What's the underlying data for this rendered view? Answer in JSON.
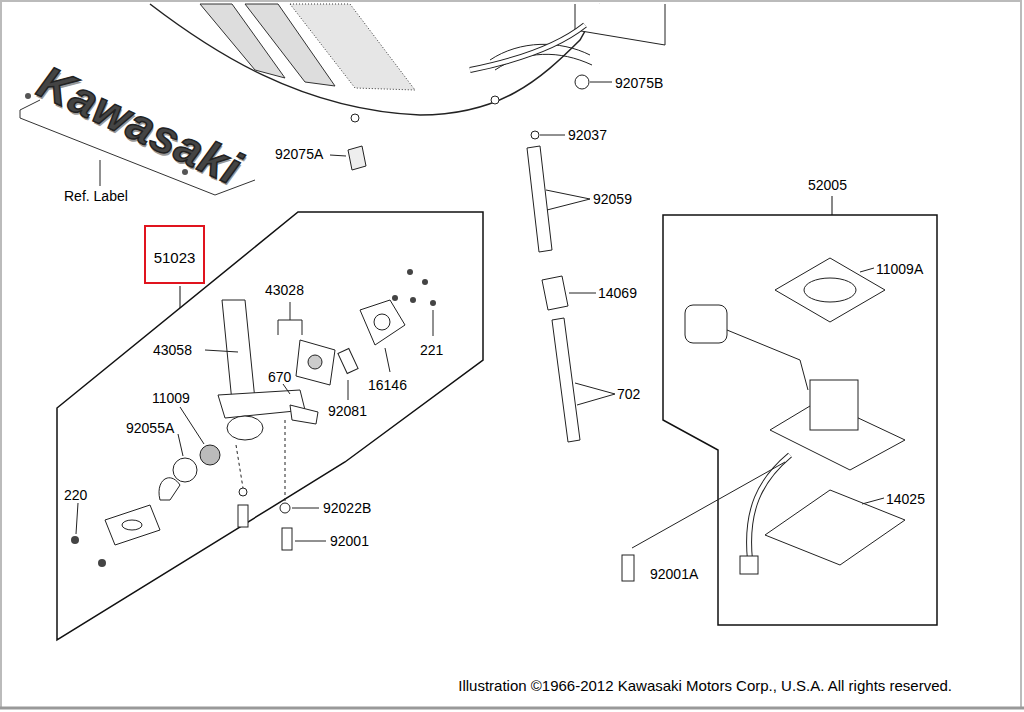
{
  "diagram": {
    "caption": "Illustration ©1966-2012 Kawasaki Motors Corp., U.S.A. All rights reserved.",
    "nodes": [
      {
        "text": [
          "51023"
        ]
      }
    ],
    "labels": [
      "Kawasaki",
      "Ref. Label",
      "92075A",
      "92075B",
      "92037",
      "92059",
      "14069",
      "702",
      "52005",
      "11009A",
      "14025",
      "92001A",
      "43028",
      "43058",
      "670",
      "221",
      "16146",
      "92081",
      "11009",
      "92055A",
      "220",
      "92022B",
      "92001"
    ]
  }
}
